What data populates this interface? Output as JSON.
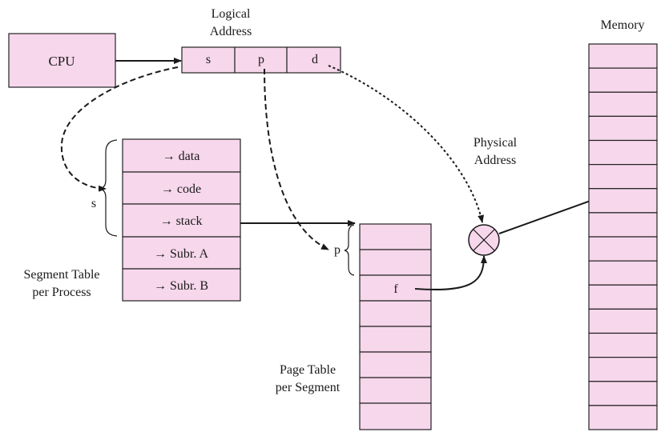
{
  "cpu": {
    "label": "CPU"
  },
  "logical_address": {
    "title_line1": "Logical",
    "title_line2": "Address",
    "fields": [
      "s",
      "p",
      "d"
    ]
  },
  "physical_address": {
    "line1": "Physical",
    "line2": "Address"
  },
  "memory": {
    "title": "Memory",
    "row_count": 16
  },
  "segment_table": {
    "entries": [
      "→ data",
      "→ code",
      "→ stack",
      "→ Subr. A",
      "→ Subr. B"
    ],
    "caption_line1": "Segment Table",
    "caption_line2": "per Process",
    "index_label": "s"
  },
  "page_table": {
    "rows": [
      "",
      "",
      "",
      "f",
      "",
      "",
      "",
      ""
    ],
    "caption_line1": "Page Table",
    "caption_line2": "per Segment",
    "index_label": "p"
  },
  "colors": {
    "fill": "#f7d7ec",
    "stroke": "#222222",
    "ink": "#1a1a1a"
  }
}
